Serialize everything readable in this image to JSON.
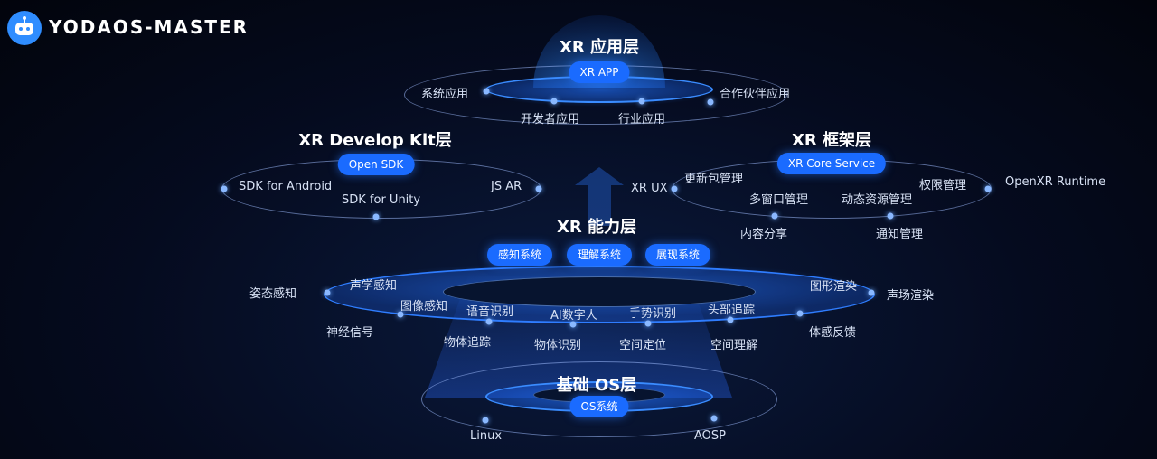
{
  "logo": {
    "text": "YODAOS-MASTER",
    "icon": "robot-icon"
  },
  "app_layer": {
    "title": "XR 应用层",
    "badge": "XR APP",
    "items": [
      "系统应用",
      "开发者应用",
      "行业应用",
      "合作伙伴应用"
    ]
  },
  "develop_kit_layer": {
    "title": "XR Develop Kit层",
    "badge": "Open SDK",
    "items": [
      "SDK for Android",
      "SDK for Unity",
      "JS AR"
    ]
  },
  "framework_layer": {
    "title": "XR 框架层",
    "badge": "XR Core Service",
    "items": [
      "XR UX",
      "更新包管理",
      "多窗口管理",
      "动态资源管理",
      "权限管理",
      "OpenXR Runtime",
      "内容分享",
      "通知管理"
    ]
  },
  "ability_layer": {
    "title": "XR 能力层",
    "badges": [
      "感知系统",
      "理解系统",
      "展现系统"
    ],
    "items": [
      "姿态感知",
      "声学感知",
      "图像感知",
      "语音识别",
      "AI数字人",
      "手势识别",
      "头部追踪",
      "图形渲染",
      "声场渲染",
      "神经信号",
      "物体追踪",
      "物体识别",
      "空间定位",
      "空间理解",
      "体感反馈"
    ]
  },
  "os_layer": {
    "title": "基础 OS层",
    "badge": "OS系统",
    "items": [
      "Linux",
      "AOSP"
    ]
  },
  "colors": {
    "accent": "#1a6bff",
    "background": "#050b1f",
    "glow": "#3a8cff"
  }
}
